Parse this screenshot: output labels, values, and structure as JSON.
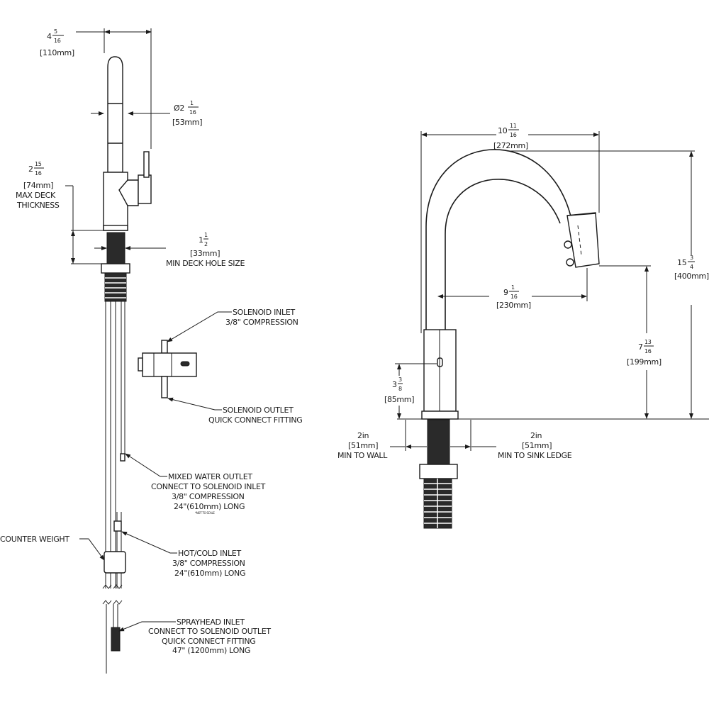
{
  "colors": {
    "line": "#1a1a1a",
    "background": "#ffffff"
  },
  "side_view": {
    "width_dim": {
      "whole": "4",
      "num": "5",
      "den": "16",
      "mm": "[110mm]"
    },
    "diameter_dim": {
      "prefix": "Ø2",
      "num": "1",
      "den": "16",
      "mm": "[53mm]"
    },
    "deck_thickness": {
      "whole": "2",
      "num": "15",
      "den": "16",
      "mm": "[74mm]",
      "line1": "MAX DECK",
      "line2": "THICKNESS"
    },
    "deck_hole": {
      "whole": "1",
      "num": "1",
      "den": "2",
      "mm": "[33mm]",
      "label": "MIN DECK HOLE SIZE"
    },
    "solenoid_inlet": [
      "SOLENOID INLET",
      "3/8\" COMPRESSION"
    ],
    "solenoid_outlet": [
      "SOLENOID OUTLET",
      "QUICK CONNECT FITTING"
    ],
    "mixed_water_outlet": [
      "MIXED WATER OUTLET",
      "CONNECT TO SOLENOID INLET",
      "3/8\" COMPRESSION",
      "24\"(610mm) LONG"
    ],
    "not_to_scale": "*NOT TO SCALE",
    "counter_weight": "COUNTER WEIGHT",
    "hot_cold_inlet": [
      "HOT/COLD INLET",
      "3/8\" COMPRESSION",
      "24\"(610mm) LONG"
    ],
    "sprayhead_inlet": [
      "SPRAYHEAD INLET",
      "CONNECT TO SOLENOID OUTLET",
      "QUICK CONNECT FITTING",
      "47\" (1200mm) LONG"
    ]
  },
  "front_view": {
    "reach_dim": {
      "whole": "10",
      "num": "11",
      "den": "16",
      "mm": "[272mm]"
    },
    "height_dim": {
      "whole": "15",
      "num": "3",
      "den": "4",
      "mm": "[400mm]"
    },
    "spout_clearance": {
      "whole": "7",
      "num": "13",
      "den": "16",
      "mm": "[199mm]"
    },
    "spout_reach": {
      "whole": "9",
      "num": "1",
      "den": "16",
      "mm": "[230mm]"
    },
    "sensor_height": {
      "whole": "3",
      "num": "3",
      "den": "8",
      "mm": "[85mm]"
    },
    "min_to_wall": [
      "2in",
      "[51mm]",
      "MIN TO WALL"
    ],
    "min_to_sink": [
      "2in",
      "[51mm]",
      "MIN TO SINK LEDGE"
    ]
  }
}
